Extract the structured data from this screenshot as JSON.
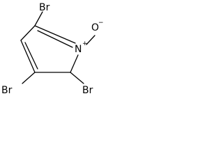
{
  "molecule": {
    "atoms": {
      "br_top": "Br",
      "br_left": "Br",
      "br_right": "Br",
      "nitrogen": "N",
      "oxygen": "O"
    },
    "charges": {
      "nitrogen": "+",
      "oxygen": "−"
    },
    "colors": {
      "ink": "#000000",
      "background": "#ffffff"
    }
  }
}
